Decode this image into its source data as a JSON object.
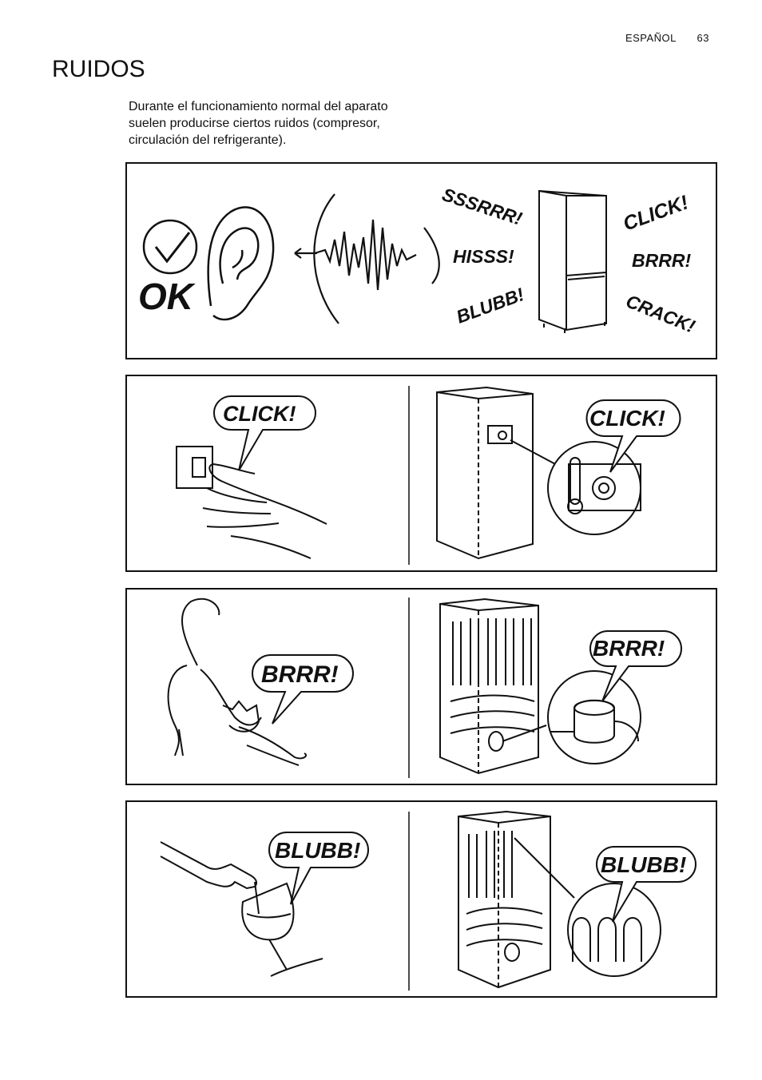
{
  "header": {
    "language": "ESPAÑOL",
    "page_number": "63"
  },
  "section_title": "RUIDOS",
  "intro_text": "Durante el funcionamiento normal del aparato suelen producirse ciertos ruidos (compresor, circulación del refrigerante).",
  "panel1": {
    "ok_label": "OK",
    "sounds_left": [
      "SSSRRR!",
      "HISSS!",
      "BLUBB!"
    ],
    "sounds_right": [
      "CLICK!",
      "BRRR!",
      "CRACK!"
    ]
  },
  "panel2": {
    "left_bubble": "CLICK!",
    "right_bubble": "CLICK!"
  },
  "panel3": {
    "left_bubble": "BRRR!",
    "right_bubble": "BRRR!"
  },
  "panel4": {
    "left_bubble": "BLUBB!",
    "right_bubble": "BLUBB!"
  }
}
